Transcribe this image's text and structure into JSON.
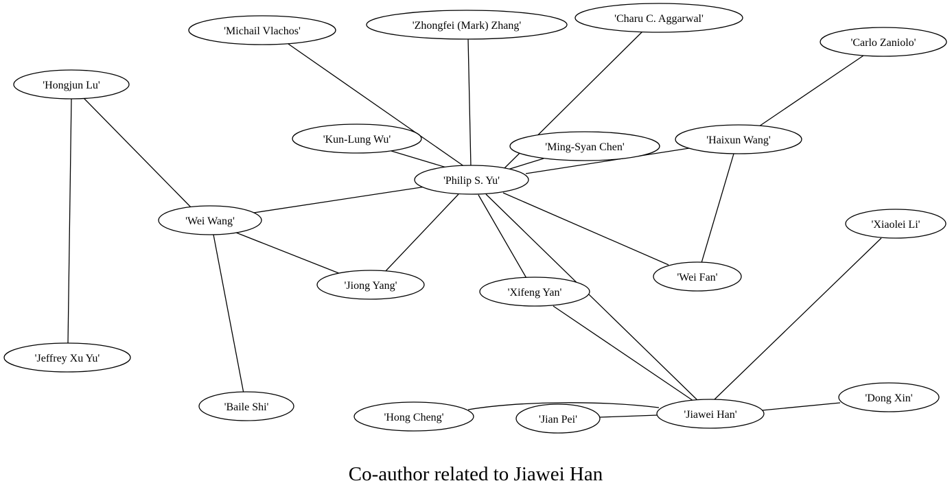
{
  "caption": "Co-author related to Jiawei Han",
  "nodes": [
    {
      "id": "michail-vlachos",
      "label": "'Michail Vlachos'"
    },
    {
      "id": "zhongfei-zhang",
      "label": "'Zhongfei (Mark) Zhang'"
    },
    {
      "id": "charu-aggarwal",
      "label": "'Charu C. Aggarwal'"
    },
    {
      "id": "carlo-zaniolo",
      "label": "'Carlo Zaniolo'"
    },
    {
      "id": "hongjun-lu",
      "label": "'Hongjun Lu'"
    },
    {
      "id": "kun-lung-wu",
      "label": "'Kun-Lung Wu'"
    },
    {
      "id": "ming-syan-chen",
      "label": "'Ming-Syan Chen'"
    },
    {
      "id": "haixun-wang",
      "label": "'Haixun Wang'"
    },
    {
      "id": "philip-yu",
      "label": "'Philip S. Yu'"
    },
    {
      "id": "wei-wang",
      "label": "'Wei Wang'"
    },
    {
      "id": "xiaolei-li",
      "label": "'Xiaolei Li'"
    },
    {
      "id": "jiong-yang",
      "label": "'Jiong Yang'"
    },
    {
      "id": "xifeng-yan",
      "label": "'Xifeng Yan'"
    },
    {
      "id": "wei-fan",
      "label": "'Wei Fan'"
    },
    {
      "id": "jeffrey-xu-yu",
      "label": "'Jeffrey Xu Yu'"
    },
    {
      "id": "baile-shi",
      "label": "'Baile Shi'"
    },
    {
      "id": "dong-xin",
      "label": "'Dong Xin'"
    },
    {
      "id": "hong-cheng",
      "label": "'Hong Cheng'"
    },
    {
      "id": "jian-pei",
      "label": "'Jian Pei'"
    },
    {
      "id": "jiawei-han",
      "label": "'Jiawei Han'"
    }
  ],
  "edges": [
    [
      "michail-vlachos",
      "philip-yu"
    ],
    [
      "zhongfei-zhang",
      "philip-yu"
    ],
    [
      "charu-aggarwal",
      "philip-yu"
    ],
    [
      "kun-lung-wu",
      "philip-yu"
    ],
    [
      "ming-syan-chen",
      "philip-yu"
    ],
    [
      "haixun-wang",
      "philip-yu"
    ],
    [
      "carlo-zaniolo",
      "haixun-wang"
    ],
    [
      "haixun-wang",
      "wei-fan"
    ],
    [
      "philip-yu",
      "wei-fan"
    ],
    [
      "philip-yu",
      "wei-wang"
    ],
    [
      "philip-yu",
      "jiong-yang"
    ],
    [
      "philip-yu",
      "xifeng-yan"
    ],
    [
      "philip-yu",
      "jiawei-han"
    ],
    [
      "hongjun-lu",
      "wei-wang"
    ],
    [
      "hongjun-lu",
      "jeffrey-xu-yu"
    ],
    [
      "wei-wang",
      "jiong-yang"
    ],
    [
      "wei-wang",
      "baile-shi"
    ],
    [
      "xifeng-yan",
      "jiawei-han"
    ],
    [
      "xiaolei-li",
      "jiawei-han"
    ],
    [
      "dong-xin",
      "jiawei-han"
    ],
    [
      "hong-cheng",
      "jiawei-han"
    ],
    [
      "jian-pei",
      "jiawei-han"
    ]
  ]
}
